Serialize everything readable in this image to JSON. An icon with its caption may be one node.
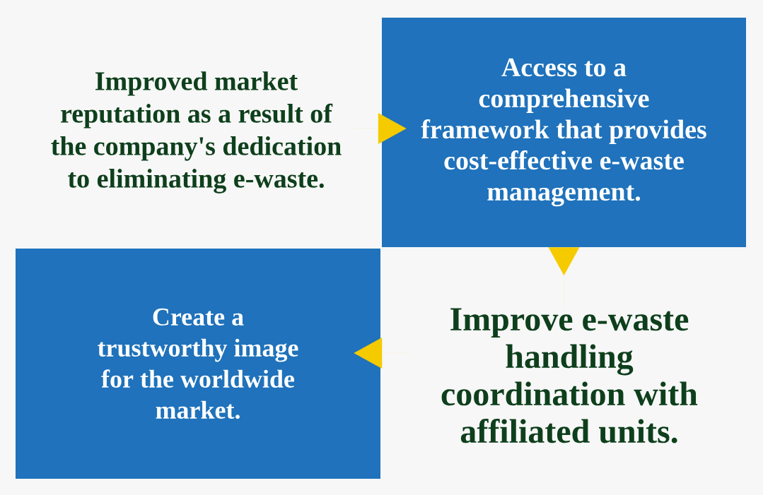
{
  "diagram": {
    "nodes": [
      {
        "text": [
          "Improved market reputation as a result of the company's dedication to eliminating e-waste."
        ]
      },
      {
        "text": [
          "Access to a comprehensive framework that provides cost-effective e-waste management."
        ]
      },
      {
        "text": [
          "Create a trustworthy image for the worldwide market."
        ]
      },
      {
        "text": [
          "Improve e-waste handling coordination with affiliated units."
        ]
      }
    ],
    "edges": [
      {
        "from": 0,
        "to": 1,
        "arrow": "to"
      },
      {
        "from": 1,
        "to": 3,
        "arrow": "to"
      },
      {
        "from": 3,
        "to": 2,
        "arrow": "to"
      }
    ]
  }
}
